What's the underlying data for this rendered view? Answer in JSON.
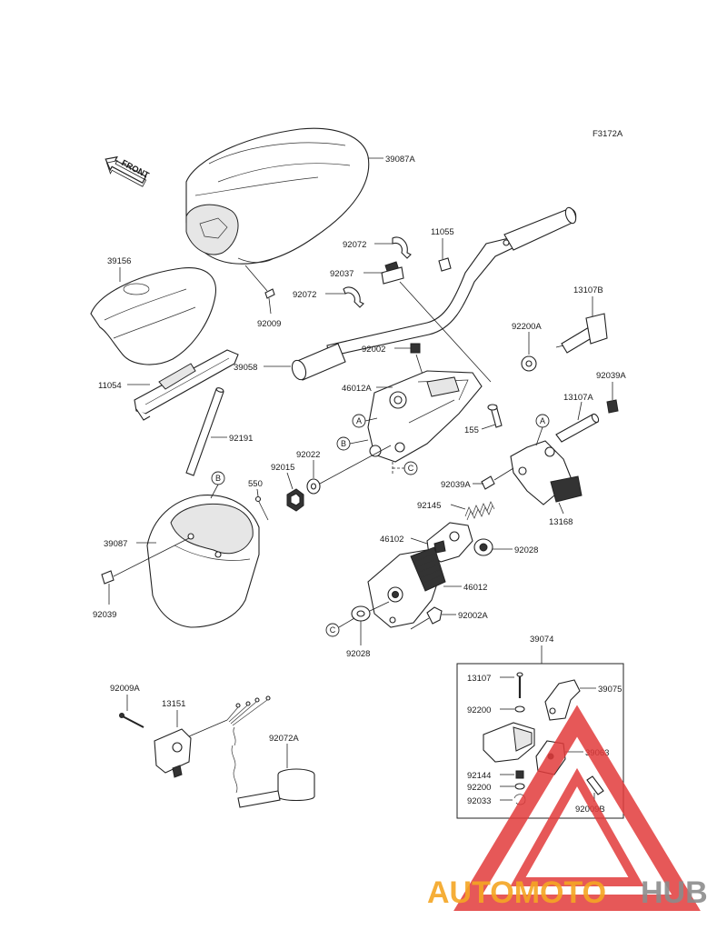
{
  "figure_code": "F3172A",
  "front_label": "FRONT",
  "callouts": [
    "A",
    "B",
    "C"
  ],
  "parts": {
    "p39087A": "39087A",
    "p11055": "11055",
    "p92072a": "92072",
    "p92072b": "92072",
    "p92037": "92037",
    "p39156": "39156",
    "p92009": "92009",
    "p13107B": "13107B",
    "p92200A": "92200A",
    "p92002": "92002",
    "p39058": "39058",
    "p11054": "11054",
    "p46012A": "46012A",
    "p92039A_top": "92039A",
    "p13107A": "13107A",
    "p155": "155",
    "p92191": "92191",
    "p92022": "92022",
    "p92015": "92015",
    "p550": "550",
    "p92039A": "92039A",
    "p13168": "13168",
    "p92145": "92145",
    "p39087": "39087",
    "p46102": "46102",
    "p92028a": "92028",
    "p46012": "46012",
    "p92039": "92039",
    "p92002A": "92002A",
    "p92028b": "92028",
    "p39074": "39074",
    "p92009A": "92009A",
    "p13151": "13151",
    "p92072A": "92072A",
    "p13107": "13107",
    "p39075": "39075",
    "p92200a": "92200",
    "p39063": "39063",
    "p92144": "92144",
    "p92200b": "92200",
    "p92033": "92033",
    "p92009B": "92009B"
  },
  "watermark": {
    "text_orange": "AUTOMOTO",
    "text_gray": "HUB",
    "color_orange": "#f5a623",
    "color_gray": "#8c8c8c",
    "color_triangle": "#e23b3b"
  }
}
